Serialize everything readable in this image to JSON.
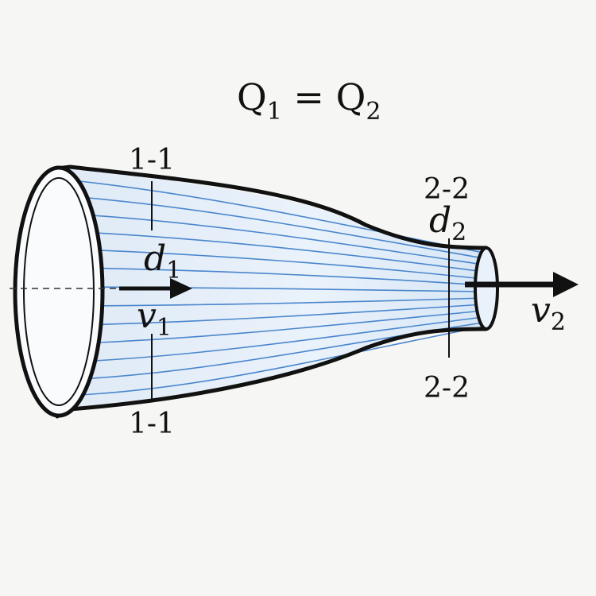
{
  "equation": {
    "q1": "Q",
    "q1_sub": "1",
    "equals": " = ",
    "q2": "Q",
    "q2_sub": "2"
  },
  "section1": {
    "label_top": "1-1",
    "label_bottom": "1-1",
    "diameter": "d",
    "diameter_sub": "1",
    "velocity": "v",
    "velocity_sub": "1"
  },
  "section2": {
    "label_top": "2-2",
    "label_bottom": "2-2",
    "diameter": "d",
    "diameter_sub": "2",
    "velocity": "v",
    "velocity_sub": "2"
  },
  "colors": {
    "pipe_outline": "#111111",
    "streamline": "#3a7bc8",
    "fluid_fill": "#e6f0fa",
    "background": "#f6f6f4"
  }
}
